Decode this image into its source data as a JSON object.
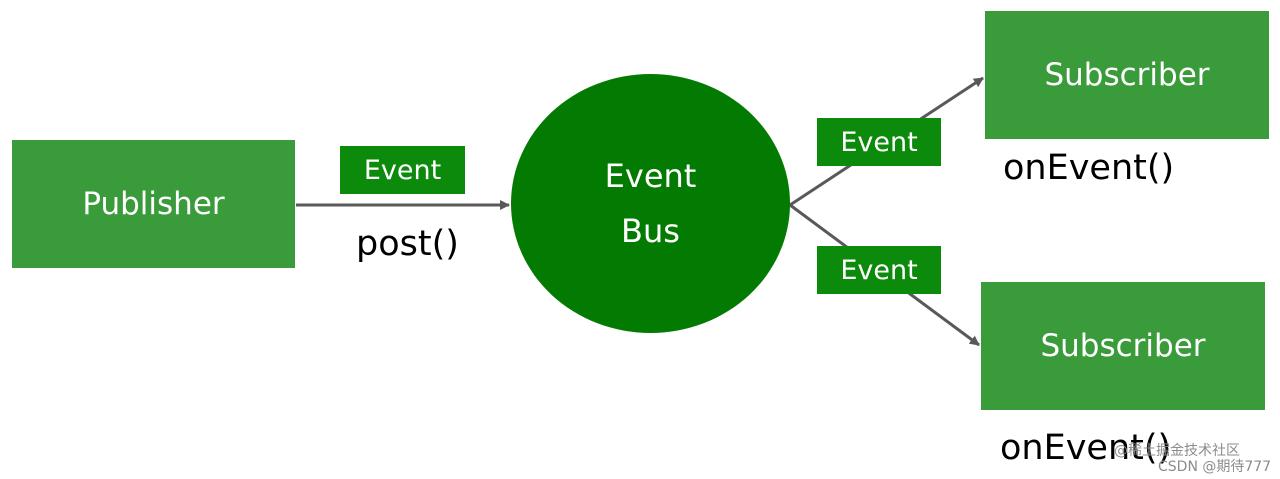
{
  "publisher": {
    "label": "Publisher"
  },
  "post_tag": {
    "label": "Event"
  },
  "post_method": {
    "label": "post()"
  },
  "event_bus": {
    "line1": "Event",
    "line2": "Bus"
  },
  "subscribers": [
    {
      "label": "Subscriber",
      "tag": "Event",
      "method": "onEvent()"
    },
    {
      "label": "Subscriber",
      "tag": "Event",
      "method": "onEvent()"
    }
  ],
  "watermark": {
    "line1": "@稀土掘金技术社区",
    "line2": "CSDN @期待777"
  },
  "colors": {
    "box_green": "#3a9b3a",
    "tag_green": "#0b8a0b",
    "bus_green": "#037b03",
    "arrow": "#595959"
  }
}
